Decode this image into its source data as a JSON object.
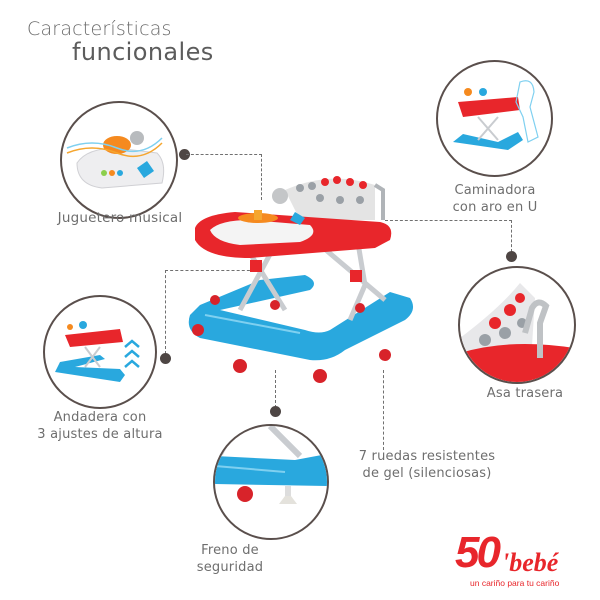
{
  "header": {
    "title_line1": "Características",
    "title_line2": "funcionales"
  },
  "features": [
    {
      "id": "juguetero",
      "label_lines": [
        "Juguetero musical"
      ]
    },
    {
      "id": "caminadora",
      "label_lines": [
        "Caminadora",
        "con aro en U"
      ]
    },
    {
      "id": "asa",
      "label_lines": [
        "Asa trasera"
      ]
    },
    {
      "id": "andadera",
      "label_lines": [
        "Andadera con",
        "3 ajustes de altura"
      ]
    },
    {
      "id": "freno",
      "label_lines": [
        "Freno de",
        "seguridad"
      ]
    },
    {
      "id": "ruedas",
      "label_lines": [
        "7 ruedas resistentes",
        "de gel (silenciosas)"
      ]
    }
  ],
  "logo": {
    "number": "50",
    "brand": "'bebé",
    "tagline": "un cariño para tu cariño",
    "color": "#e8262b"
  },
  "colors": {
    "red": "#e8262b",
    "blue": "#29a8de",
    "grey_frame": "#c9ccd0",
    "circle_border": "#5a4f4c",
    "text": "#6e6e6e"
  }
}
